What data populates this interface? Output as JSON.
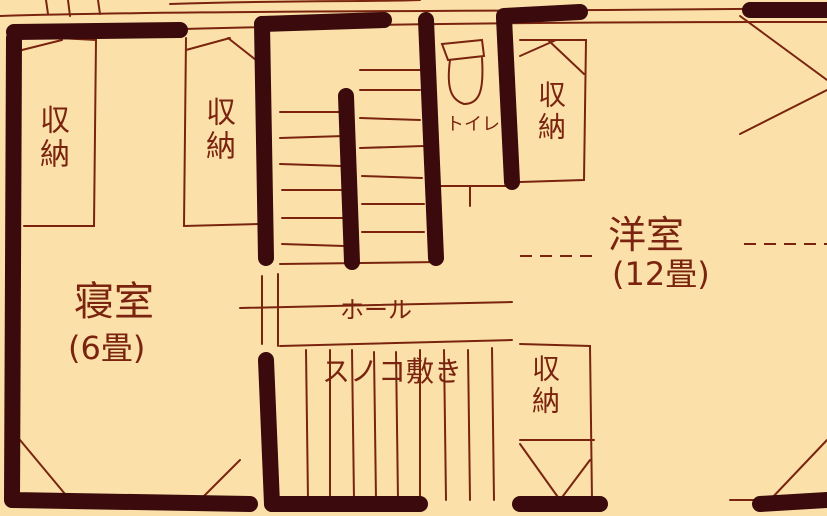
{
  "rooms": {
    "bedroom": {
      "name": "寝室",
      "size": "(6畳)"
    },
    "western_room": {
      "name": "洋室",
      "size": "(12畳)"
    },
    "hall": {
      "name": "ホール"
    },
    "sunoko": {
      "name": "スノコ敷き"
    },
    "toilet": {
      "name": "トイレ"
    }
  },
  "storage": {
    "label": "収納"
  },
  "colors": {
    "paper": "#fbe1a9",
    "ink": "#7a2410",
    "wall": "#3a0a0c"
  }
}
